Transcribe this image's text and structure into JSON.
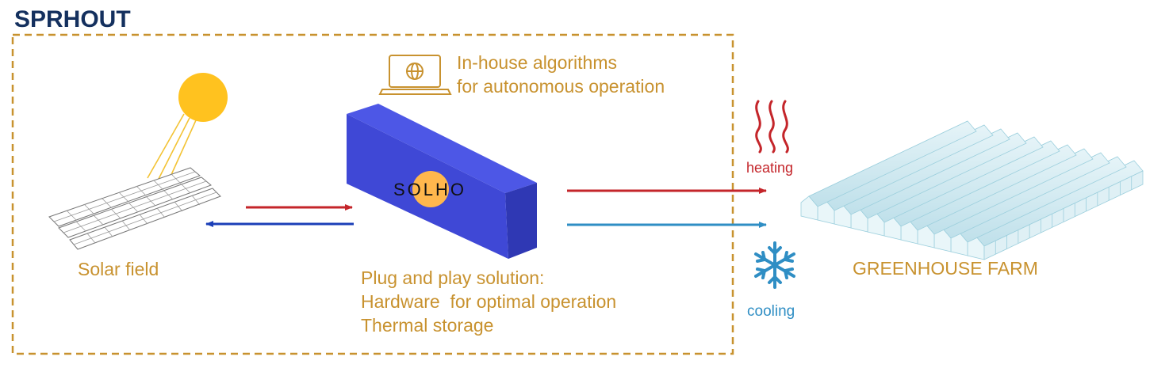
{
  "title": "SPRHOUT",
  "solar_field": {
    "label": "Solar field"
  },
  "algorithms": {
    "line1": "In-house algorithms",
    "line2": "for autonomous operation",
    "icon": "laptop-globe-icon"
  },
  "storage_unit": {
    "logo": "SOLHO",
    "color": "#3f48d6"
  },
  "plug_and_play": {
    "line1": "Plug and play solution:",
    "line2": "Hardware  for optimal operation",
    "line3": "Thermal storage"
  },
  "heating": {
    "label": "heating",
    "icon": "heat-waves-icon",
    "color": "#c4252a"
  },
  "cooling": {
    "label": "cooling",
    "icon": "snowflake-icon",
    "color": "#2f8ec4"
  },
  "greenhouse": {
    "label": "GREENHOUSE FARM"
  },
  "colors": {
    "accent": "#c8922f",
    "title": "#14305e",
    "sun": "#ffc21f",
    "flow_hot": "#c4252a",
    "flow_return": "#1b3fb8"
  }
}
